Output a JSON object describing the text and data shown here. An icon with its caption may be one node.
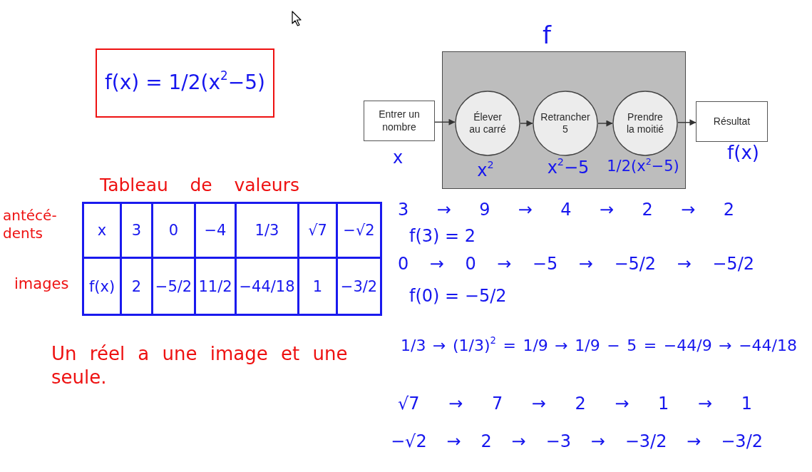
{
  "diagram": {
    "nodes": [
      {
        "text": [
          "f(x) = 1/2(x$^{2}$−5)"
        ]
      },
      {
        "text": [
          "f"
        ]
      },
      {
        "text": [
          "Entrer un nombre"
        ],
        "beside": [
          "x"
        ]
      },
      {
        "text": [
          "Élever au carré"
        ],
        "in": 1,
        "beside": [
          "x$^{2}$"
        ]
      },
      {
        "text": [
          "Retrancher 5"
        ],
        "in": 1,
        "beside": [
          "x$^{2}$−5"
        ]
      },
      {
        "text": [
          "Prendre la moitié"
        ],
        "in": 1,
        "beside": [
          "1/2(x$^{2}$−5)"
        ]
      },
      {
        "text": [
          "Résultat"
        ],
        "beside": [
          "f(x)"
        ]
      }
    ],
    "edges": [
      {
        "from": 2,
        "to": 3,
        "arrow": "to"
      },
      {
        "from": 3,
        "to": 4,
        "arrow": "to"
      },
      {
        "from": 4,
        "to": 5,
        "arrow": "to"
      },
      {
        "from": 5,
        "to": 6,
        "arrow": "to"
      }
    ],
    "labels": [
      "Tableau de valeurs",
      "antécé- dents",
      "x",
      "3",
      "0",
      "−4",
      "1/3",
      "√7",
      "−√2",
      "images",
      "f(x)",
      "2",
      "−5/2",
      "11/2",
      "−44/18",
      "1",
      "−3/2",
      "Un réel a une image et une seule.",
      "3 → 9 → 4 → 2 → 2",
      "f(3) = 2",
      "0 → 0 → −5 → −5/2 → −5/2",
      "f(0) = −5/2",
      "1/3 → (1/3)$^{2}$ = 1/9 → 1/9 − 5 = −44/9 → −44/18",
      "√7 → 7 → 2 → 1 → 1",
      "−√2 → 2 → −3 → −3/2 → −3/2"
    ]
  }
}
